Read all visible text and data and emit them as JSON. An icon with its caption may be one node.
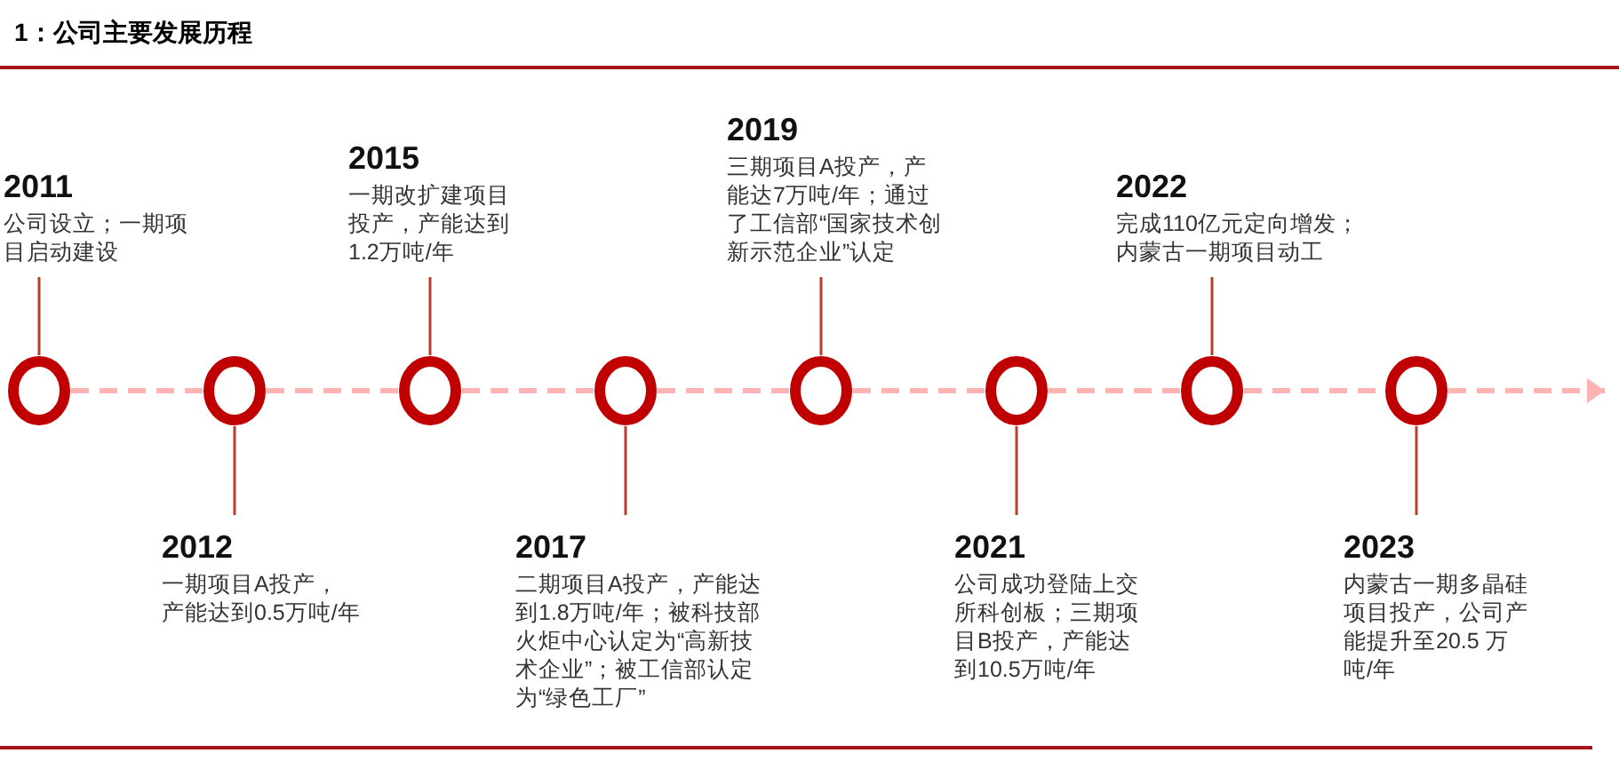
{
  "diagram": {
    "title": "1：公司主要发展历程",
    "nodes": [
      {
        "text": [
          "2011",
          "公司设立；一期项目启动建设"
        ]
      },
      {
        "text": [
          "2012",
          "一期项目A投产，产能达到0.5万吨/年"
        ]
      },
      {
        "text": [
          "2015",
          "一期改扩建项目投产，产能达到1.2万吨/年"
        ]
      },
      {
        "text": [
          "2017",
          "二期项目A投产，产能达到1.8万吨/年；被科技部火炬中心认定为“高新技术企业”；被工信部认定为“绿色工厂”"
        ]
      },
      {
        "text": [
          "2019",
          "三期项目A投产，产能达7万吨/年；通过了工信部“国家技术创新示范企业”认定"
        ]
      },
      {
        "text": [
          "2021",
          "公司成功登陆上交所科创板；三期项目B投产，产能达到10.5万吨/年"
        ]
      },
      {
        "text": [
          "2022",
          "完成110亿元定向增发；内蒙古一期项目动工"
        ]
      },
      {
        "text": [
          "2023",
          "内蒙古一期多晶硅项目投产，公司产能提升至20.5 万吨/年"
        ]
      },
      {
        "text": [],
        "shape": "circle"
      },
      {
        "text": [],
        "shape": "circle"
      },
      {
        "text": [],
        "shape": "circle"
      },
      {
        "text": [],
        "shape": "circle"
      },
      {
        "text": [],
        "shape": "circle"
      },
      {
        "text": [],
        "shape": "circle"
      },
      {
        "text": [],
        "shape": "circle"
      },
      {
        "text": [],
        "shape": "circle"
      }
    ],
    "edges": [
      {
        "from": 8,
        "to": 9,
        "arrow": "none",
        "style": "dashed",
        "color": "#ffb3b3"
      },
      {
        "from": 9,
        "to": 10,
        "arrow": "none",
        "style": "dashed",
        "color": "#ffb3b3"
      },
      {
        "from": 10,
        "to": 11,
        "arrow": "none",
        "style": "dashed",
        "color": "#ffb3b3"
      },
      {
        "from": 11,
        "to": 12,
        "arrow": "none",
        "style": "dashed",
        "color": "#ffb3b3"
      },
      {
        "from": 12,
        "to": 13,
        "arrow": "none",
        "style": "dashed",
        "color": "#ffb3b3"
      },
      {
        "from": 13,
        "to": 14,
        "arrow": "none",
        "style": "dashed",
        "color": "#ffb3b3"
      },
      {
        "from": 14,
        "to": 15,
        "arrow": "none",
        "style": "dashed",
        "color": "#ffb3b3"
      },
      {
        "from": 15,
        "to": null,
        "arrow": "to",
        "style": "dashed",
        "color": "#ffb3b3"
      },
      {
        "from": 0,
        "to": 8,
        "arrow": "none",
        "color": "#b5412c"
      },
      {
        "from": 1,
        "to": 9,
        "arrow": "none",
        "color": "#b5412c"
      },
      {
        "from": 2,
        "to": 10,
        "arrow": "none",
        "color": "#b5412c"
      },
      {
        "from": 3,
        "to": 11,
        "arrow": "none",
        "color": "#b5412c"
      },
      {
        "from": 4,
        "to": 12,
        "arrow": "none",
        "color": "#b5412c"
      },
      {
        "from": 5,
        "to": 13,
        "arrow": "none",
        "color": "#b5412c"
      },
      {
        "from": 6,
        "to": 14,
        "arrow": "none",
        "color": "#b5412c"
      },
      {
        "from": 7,
        "to": 15,
        "arrow": "none",
        "color": "#b5412c"
      }
    ]
  }
}
